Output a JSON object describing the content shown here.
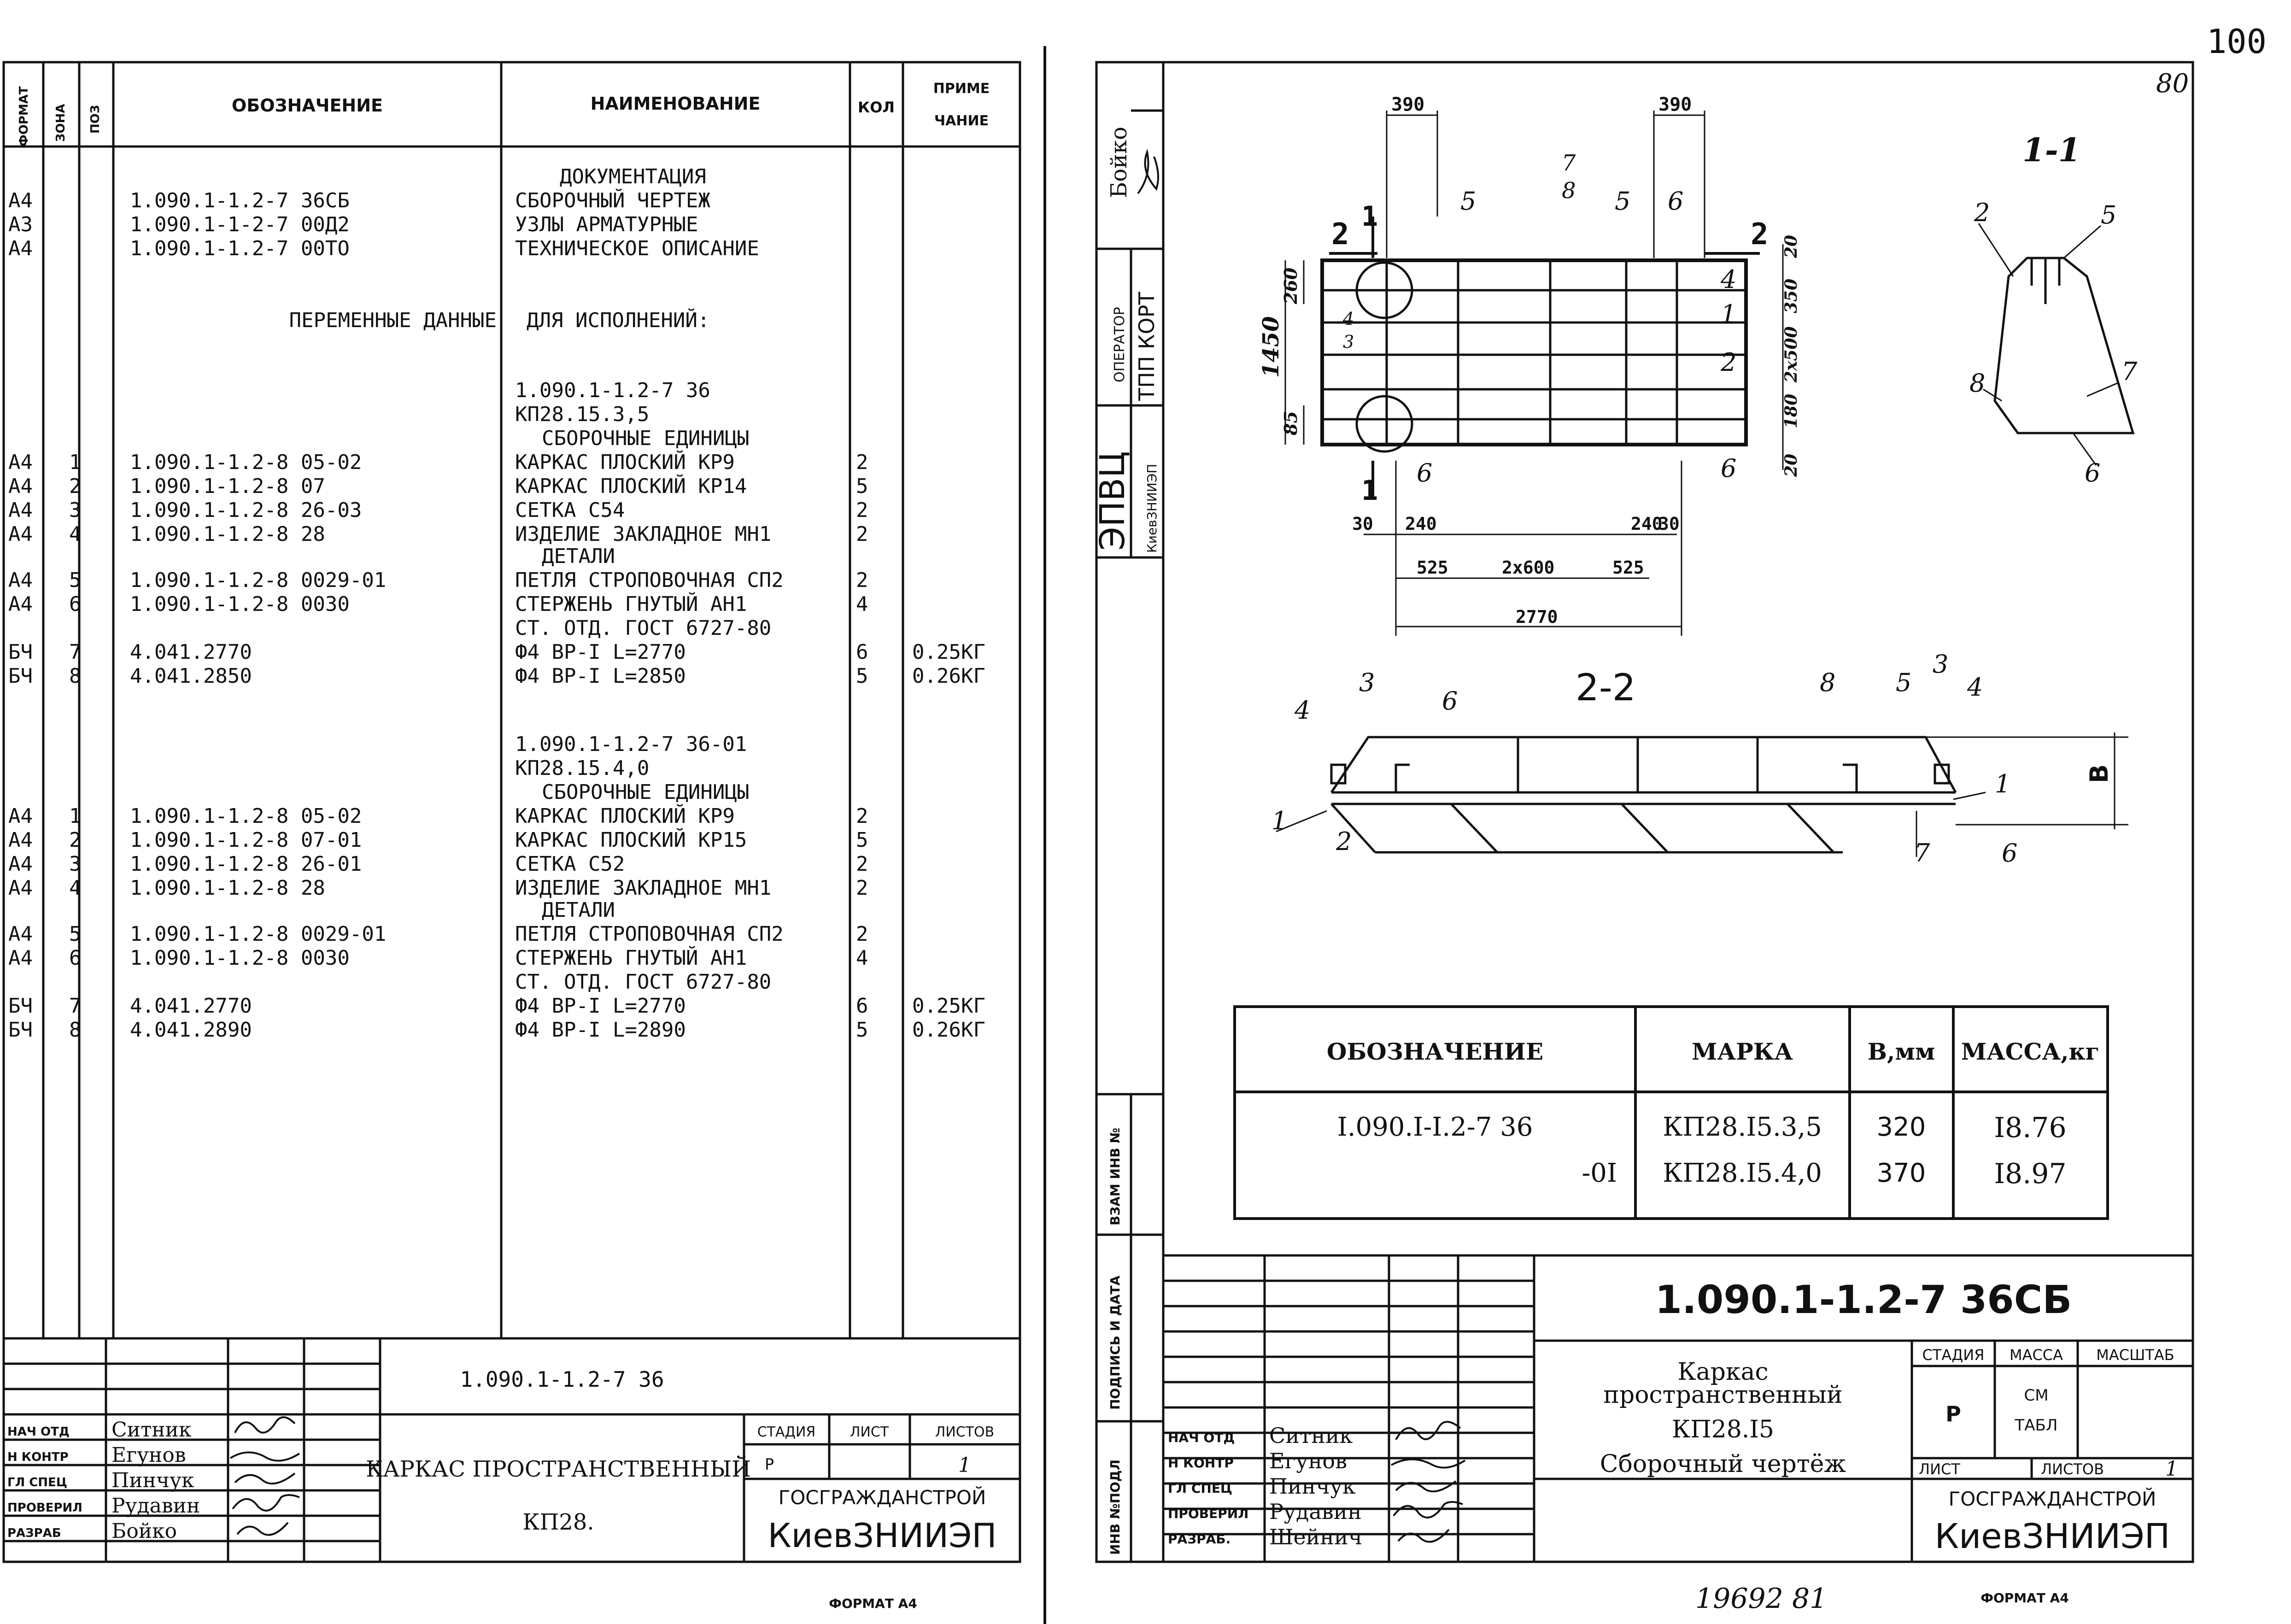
{
  "corner": {
    "page_number": "100",
    "handwritten_page": "80"
  },
  "spec_sheet": {
    "headers": {
      "format": "ФОРМАТ",
      "zone": "ЗОНА",
      "pos": "ПОЗ",
      "designation": "ОБОЗНАЧЕНИЕ",
      "name": "НАИМЕНОВАНИЕ",
      "qty": "КОЛ",
      "note_1": "ПРИМЕ",
      "note_2": "ЧАНИЕ"
    },
    "section_doc": "ДОКУМЕНТАЦИЯ",
    "docs": [
      {
        "format": "А4",
        "designation": "1.090.1-1.2-7 36СБ",
        "name": "СБОРОЧНЫЙ ЧЕРТЕЖ"
      },
      {
        "format": "А3",
        "designation": "1.090.1-1-2-7 00Д2",
        "name": "УЗЛЫ АРМАТУРНЫЕ"
      },
      {
        "format": "А4",
        "designation": "1.090.1-1.2-7 00ТО",
        "name": "ТЕХНИЧЕСКОЕ ОПИСАНИЕ"
      }
    ],
    "variable_left": "ПЕРЕМЕННЫЕ ДАННЫЕ",
    "variable_right": "ДЛЯ ИСПОЛНЕНИЙ:",
    "variants": [
      {
        "code": "1.090.1-1.2-7 36",
        "mark": "КП28.15.3,5",
        "assemblies_title": "СБОРОЧНЫЕ ЕДИНИЦЫ",
        "details_title": "ДЕТАЛИ",
        "assemblies": [
          {
            "format": "А4",
            "pos": "1",
            "designation": "1.090.1-1.2-8 05-02",
            "name": "КАРКАС ПЛОСКИЙ КР9",
            "qty": "2"
          },
          {
            "format": "А4",
            "pos": "2",
            "designation": "1.090.1-1.2-8 07",
            "name": "КАРКАС ПЛОСКИЙ КР14",
            "qty": "5"
          },
          {
            "format": "А4",
            "pos": "3",
            "designation": "1.090.1-1.2-8 26-03",
            "name": "СЕТКА С54",
            "qty": "2"
          },
          {
            "format": "А4",
            "pos": "4",
            "designation": "1.090.1-1.2-8 28",
            "name": "ИЗДЕЛИЕ ЗАКЛАДНОЕ МН1",
            "qty": "2"
          }
        ],
        "details": [
          {
            "format": "А4",
            "pos": "5",
            "designation": "1.090.1-1.2-8 0029-01",
            "name": "ПЕТЛЯ СТРОПОВОЧНАЯ СП2",
            "qty": "2"
          },
          {
            "format": "А4",
            "pos": "6",
            "designation": "1.090.1-1.2-8 0030",
            "name": "СТЕРЖЕНЬ ГНУТЫЙ АН1",
            "qty": "4"
          }
        ],
        "steel": "СТ. ОТД. ГОСТ 6727-80",
        "bars": [
          {
            "format": "БЧ",
            "pos": "7",
            "designation": "4.041.2770",
            "name": "Ф4 ВР-I L=2770",
            "qty": "6",
            "note": "0.25КГ"
          },
          {
            "format": "БЧ",
            "pos": "8",
            "designation": "4.041.2850",
            "name": "Ф4 ВР-I L=2850",
            "qty": "5",
            "note": "0.26КГ"
          }
        ]
      },
      {
        "code": "1.090.1-1.2-7 36-01",
        "mark": "КП28.15.4,0",
        "assemblies_title": "СБОРОЧНЫЕ ЕДИНИЦЫ",
        "details_title": "ДЕТАЛИ",
        "assemblies": [
          {
            "format": "А4",
            "pos": "1",
            "designation": "1.090.1-1.2-8 05-02",
            "name": "КАРКАС ПЛОСКИЙ КР9",
            "qty": "2"
          },
          {
            "format": "А4",
            "pos": "2",
            "designation": "1.090.1-1.2-8 07-01",
            "name": "КАРКАС ПЛОСКИЙ КР15",
            "qty": "5"
          },
          {
            "format": "А4",
            "pos": "3",
            "designation": "1.090.1-1.2-8 26-01",
            "name": "СЕТКА С52",
            "qty": "2"
          },
          {
            "format": "А4",
            "pos": "4",
            "designation": "1.090.1-1.2-8 28",
            "name": "ИЗДЕЛИЕ ЗАКЛАДНОЕ МН1",
            "qty": "2"
          }
        ],
        "details": [
          {
            "format": "А4",
            "pos": "5",
            "designation": "1.090.1-1.2-8 0029-01",
            "name": "ПЕТЛЯ СТРОПОВОЧНАЯ СП2",
            "qty": "2"
          },
          {
            "format": "А4",
            "pos": "6",
            "designation": "1.090.1-1.2-8 0030",
            "name": "СТЕРЖЕНЬ ГНУТЫЙ АН1",
            "qty": "4"
          }
        ],
        "steel": "СТ. ОТД. ГОСТ 6727-80",
        "bars": [
          {
            "format": "БЧ",
            "pos": "7",
            "designation": "4.041.2770",
            "name": "Ф4 ВР-I L=2770",
            "qty": "6",
            "note": "0.25КГ"
          },
          {
            "format": "БЧ",
            "pos": "8",
            "designation": "4.041.2890",
            "name": "Ф4 ВР-I L=2890",
            "qty": "5",
            "note": "0.26КГ"
          }
        ]
      }
    ],
    "title_block": {
      "code": "1.090.1-1.2-7 36",
      "title_1": "КАРКАС  ПРОСТРАНСТВЕННЫЙ",
      "title_2": "КП28.",
      "stage_label": "СТАДИЯ",
      "sheet_label": "ЛИСТ",
      "sheets_label": "ЛИСТОВ",
      "stage": "Р",
      "sheets": "1",
      "org_1": "ГОСГРАЖДАНСТРОЙ",
      "org_2": "КиевЗНИИЭП",
      "roles": [
        "НАЧ ОТД",
        "Н КОНТР",
        "ГЛ СПЕЦ",
        "ПРОВЕРИЛ",
        "РАЗРАБ"
      ],
      "people": [
        "Ситник",
        "Егунов",
        "Пинчук",
        "Рудавин",
        "Бойко"
      ]
    },
    "format_note": "ФОРМАТ А4"
  },
  "drawing_sheet": {
    "side_stamp": {
      "name": "Бойко",
      "operator_label": "ОПЕРАТОР",
      "operator": "ТПП КОРТ",
      "center": "ЭПВЦ",
      "center_sub": "КиевЗНИИЭП"
    },
    "side_fields": [
      "ВЗАМ ИНВ №",
      "ПОДПИСЬ И ДАТА",
      "ИНВ №ПОДЛ"
    ],
    "plan": {
      "section_marks": [
        "1",
        "1",
        "2",
        "2"
      ],
      "dims_top": [
        "390",
        "390"
      ],
      "dims_left": [
        "1450",
        "260",
        "85"
      ],
      "dims_right": [
        "20",
        "350",
        "2x500",
        "180",
        "20"
      ],
      "dims_bottom": [
        "30",
        "240",
        "240",
        "30",
        "525",
        "2x600",
        "525",
        "2770"
      ],
      "callouts": [
        "5",
        "5",
        "6",
        "4",
        "1",
        "2",
        "6",
        "4",
        "3",
        "6"
      ],
      "fraction_top": "7",
      "fraction_bottom": "8"
    },
    "section_1_1": {
      "title": "1-1",
      "callouts": [
        "2",
        "5",
        "8",
        "7",
        "6"
      ]
    },
    "section_2_2": {
      "title": "2-2",
      "callouts": [
        "4",
        "3",
        "6",
        "8",
        "5",
        "3",
        "4",
        "1",
        "1",
        "2",
        "7",
        "6"
      ],
      "height_label": "В"
    },
    "variants_table": {
      "headers": [
        "ОБОЗНАЧЕНИЕ",
        "МАРКА",
        "В,мм",
        "МАССА,кг"
      ],
      "rows": [
        {
          "designation": "I.090.I-I.2-7 36",
          "mark": "КП28.I5.3,5",
          "b": "320",
          "mass": "I8.76"
        },
        {
          "designation": "-0I",
          "mark": "КП28.I5.4,0",
          "b": "370",
          "mass": "I8.97"
        }
      ]
    },
    "title_block": {
      "code": "1.090.1-1.2-7 36СБ",
      "title_1": "Каркас",
      "title_2": "пространственный",
      "title_3": "КП28.I5",
      "title_4": "Сборочный  чертёж",
      "stage_label": "СТАДИЯ",
      "mass_label": "МАССА",
      "scale_label": "МАСШТАБ",
      "stage": "Р",
      "mass_1": "СМ",
      "mass_2": "ТАБЛ",
      "sheet_label": "ЛИСТ",
      "sheets_label": "ЛИСТОВ",
      "sheets": "1",
      "org_1": "ГОСГРАЖДАНСТРОЙ",
      "org_2": "КиевЗНИИЭП",
      "roles": [
        "НАЧ ОТД",
        "Н КОНТР",
        "ГЛ СПЕЦ",
        "ПРОВЕРИЛ",
        "РАЗРАБ."
      ],
      "people": [
        "Ситник",
        "Егунов",
        "Пинчук",
        "Рудавин",
        "Шейнич"
      ]
    },
    "bottom_note": "19692   81",
    "format_note": "ФОРМАТ А4"
  }
}
